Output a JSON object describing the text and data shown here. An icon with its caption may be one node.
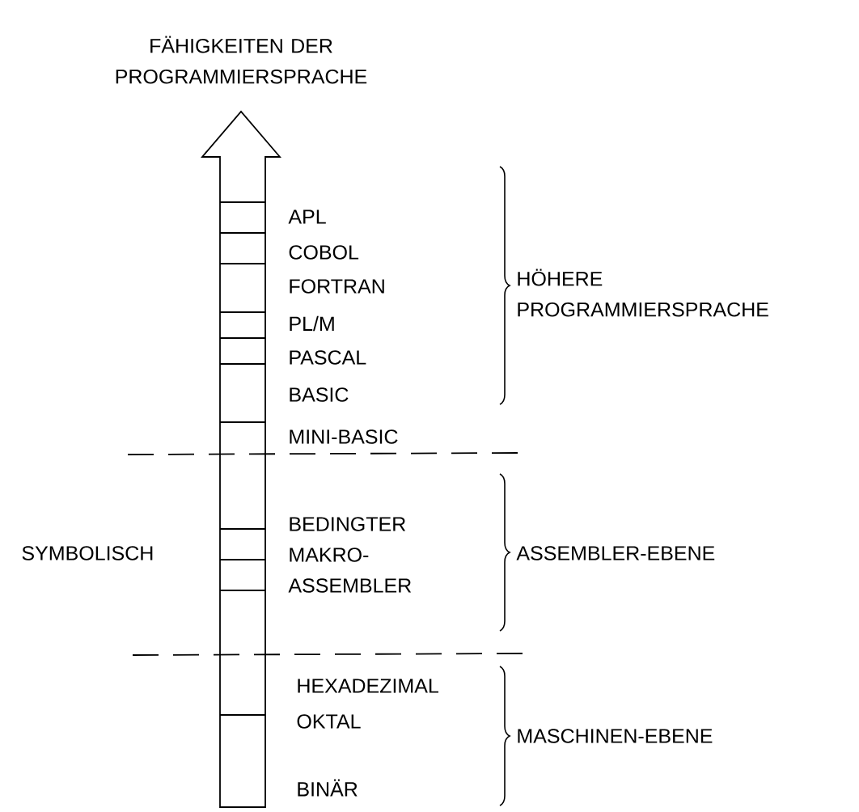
{
  "diagram": {
    "labels": [
      "FÄHIGKEITEN DER PROGRAMMIERSPRACHE",
      "APL",
      "COBOL",
      "FORTRAN",
      "HÖHERE PROGRAMMIERSPRACHE",
      "PL/M",
      "PASCAL",
      "BASIC",
      "MINI-BASIC",
      "BEDINGTER MAKRO-ASSEMBLER",
      "SYMBOLISCH",
      "ASSEMBLER-EBENE",
      "HEXADEZIMAL",
      "OKTAL",
      "MASCHINEN-EBENE",
      "BINÄR"
    ]
  }
}
